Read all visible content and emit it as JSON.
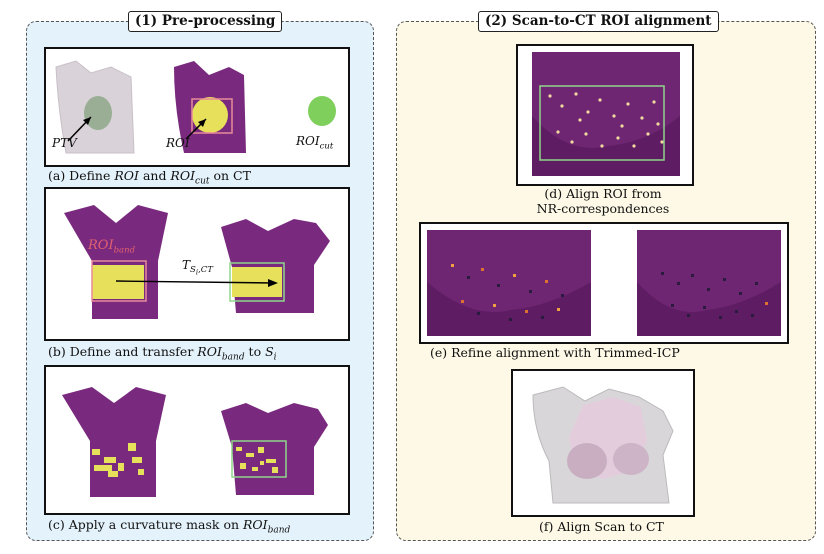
{
  "panel1": {
    "title": "(1) Pre-processing",
    "a": {
      "caption_pre": "(a) Define ",
      "caption_roi": "ROI",
      "caption_mid": " and ",
      "caption_roicut": "ROI",
      "caption_roicut_sub": "cut",
      "caption_post": " on CT",
      "label_ptv": "PTV",
      "label_roi": "ROI",
      "label_roicut": "ROI",
      "label_roicut_sub": "cut"
    },
    "b": {
      "caption_pre": "(b) Define and transfer ",
      "caption_roi": "ROI",
      "caption_roi_sub": "band",
      "caption_mid": " to ",
      "caption_s": "S",
      "caption_s_sub": "i",
      "label_roiband": "ROI",
      "label_roiband_sub": "band",
      "label_t": "T",
      "label_t_sub": "S",
      "label_t_sub2": "i",
      "label_t_sub3": ",CT"
    },
    "c": {
      "caption_pre": "(c) Apply a curvature mask on ",
      "caption_roi": "ROI",
      "caption_roi_sub": "band"
    }
  },
  "panel2": {
    "title": "(2) Scan-to-CT ROI alignment",
    "d": {
      "caption_line1": "(d) Align ROI from",
      "caption_line2": "NR-correspondences"
    },
    "e": {
      "caption": "(e) Refine alignment with Trimmed-ICP"
    },
    "f": {
      "caption": "(f) Align Scan to CT"
    }
  },
  "colors": {
    "purple": "#7a2a7e",
    "purple_dark": "#5e1c62",
    "yellow": "#e6e05a",
    "green": "#7ecf5b",
    "pink_box": "#e88a9a",
    "green_box": "#8fd68a"
  }
}
